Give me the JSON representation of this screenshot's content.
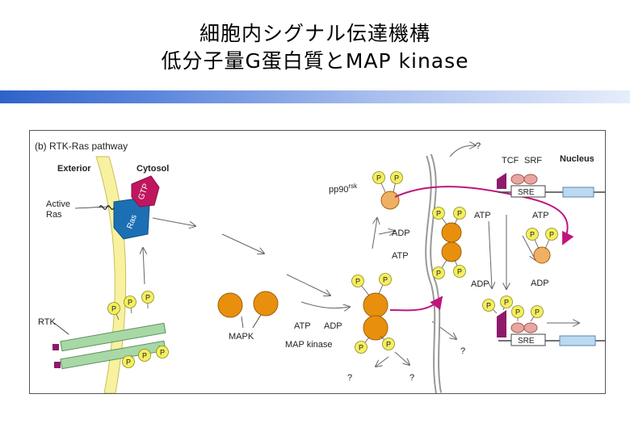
{
  "slide": {
    "title_line1": "細胞内シグナル伝達機構",
    "title_line2": "低分子量G蛋白質とMAP kinase",
    "band_colors": [
      "#2f62c9",
      "#e6edfb"
    ]
  },
  "figure": {
    "panel_label": "(b)  RTK-Ras pathway",
    "exterior": "Exterior",
    "cytosol": "Cytosol",
    "nucleus": "Nucleus",
    "active_ras": [
      "Active",
      "Ras"
    ],
    "ras": "Ras",
    "gtp": "GTP",
    "rtk": "RTK",
    "mapk": "MAPK",
    "map_kinase": "MAP kinase",
    "atp": "ATP",
    "adp": "ADP",
    "p": "P",
    "pp90": "pp90",
    "pp90_sup": "rsk",
    "tcf": "TCF",
    "srf": "SRF",
    "sre": "SRE",
    "question": "?",
    "colors": {
      "kinase_orange": "#e8900e",
      "phosphate_yellow": "#f4ef60",
      "membrane_yellow": "#f8f1a0",
      "ras_blue": "#1c6fb3",
      "gtp_magenta": "#c0165f",
      "tcf_purple": "#8e1a6b",
      "srf_pink": "#e9a6a0",
      "receptor_green": "#a7d8a6",
      "gene_blue": "#bcd9f2",
      "arrow_magenta": "#c0157e"
    }
  }
}
